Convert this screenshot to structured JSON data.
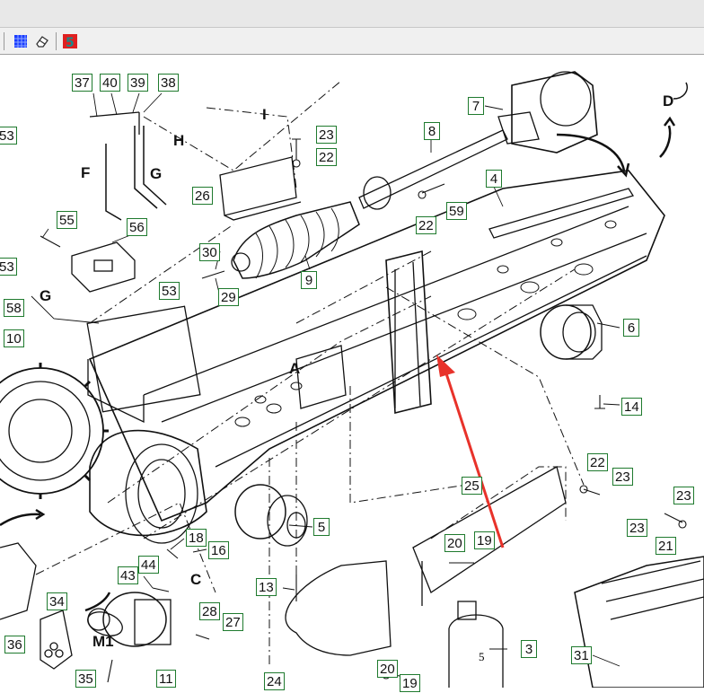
{
  "toolbar": {
    "icons": [
      "grid-icon",
      "eraser-icon",
      "logo-icon"
    ],
    "colors": {
      "grid": "#1a3cff",
      "logo_red": "#e02020",
      "logo_teal": "#1a8a8a"
    }
  },
  "callout_color": "#1f7a2e",
  "arrow_color": "#e8322a",
  "callouts": {
    "c37": "37",
    "c40": "40",
    "c39": "39",
    "c38": "38",
    "c53a": "53",
    "c53b": "53",
    "c53c": "53",
    "c23a": "23",
    "c22a": "22",
    "c26": "26",
    "c7": "7",
    "c8": "8",
    "c4": "4",
    "c22b": "22",
    "c59": "59",
    "c55": "55",
    "c56": "56",
    "c30": "30",
    "c29": "29",
    "c9": "9",
    "c58": "58",
    "c10": "10",
    "c6": "6",
    "c14": "14",
    "c22c": "22",
    "c23b": "23",
    "c23c": "23",
    "c25": "25",
    "c23d": "23",
    "c21": "21",
    "c20a": "20",
    "c19a": "19",
    "c18": "18",
    "c16": "16",
    "c5": "5",
    "c43": "43",
    "c44": "44",
    "c34": "34",
    "c28": "28",
    "c27": "27",
    "c13": "13",
    "c36": "36",
    "c35": "35",
    "c11": "11",
    "c24": "24",
    "c20b": "20",
    "c19b": "19",
    "c3": "3",
    "c31": "31"
  },
  "letters": {
    "I": "I",
    "H": "H",
    "F": "F",
    "G1": "G",
    "G2": "G",
    "D": "D",
    "A": "A",
    "C": "C",
    "M1": "M1"
  },
  "can_label": "5"
}
